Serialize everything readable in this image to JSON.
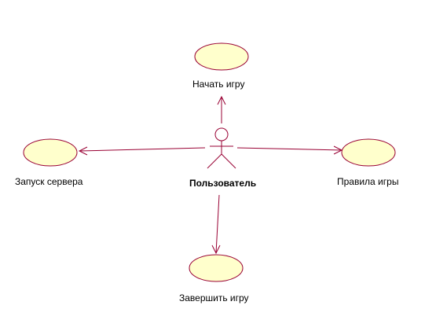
{
  "diagram": {
    "actor": {
      "name": "Пользователь"
    },
    "use_cases": [
      {
        "id": "start",
        "label": "Начать игру"
      },
      {
        "id": "server",
        "label": "Запуск сервера"
      },
      {
        "id": "rules",
        "label": "Правила игры"
      },
      {
        "id": "finish",
        "label": "Завершить игру"
      }
    ],
    "colors": {
      "ellipse_fill": "#ffffcc",
      "stroke": "#990033",
      "text": "#000000"
    }
  }
}
